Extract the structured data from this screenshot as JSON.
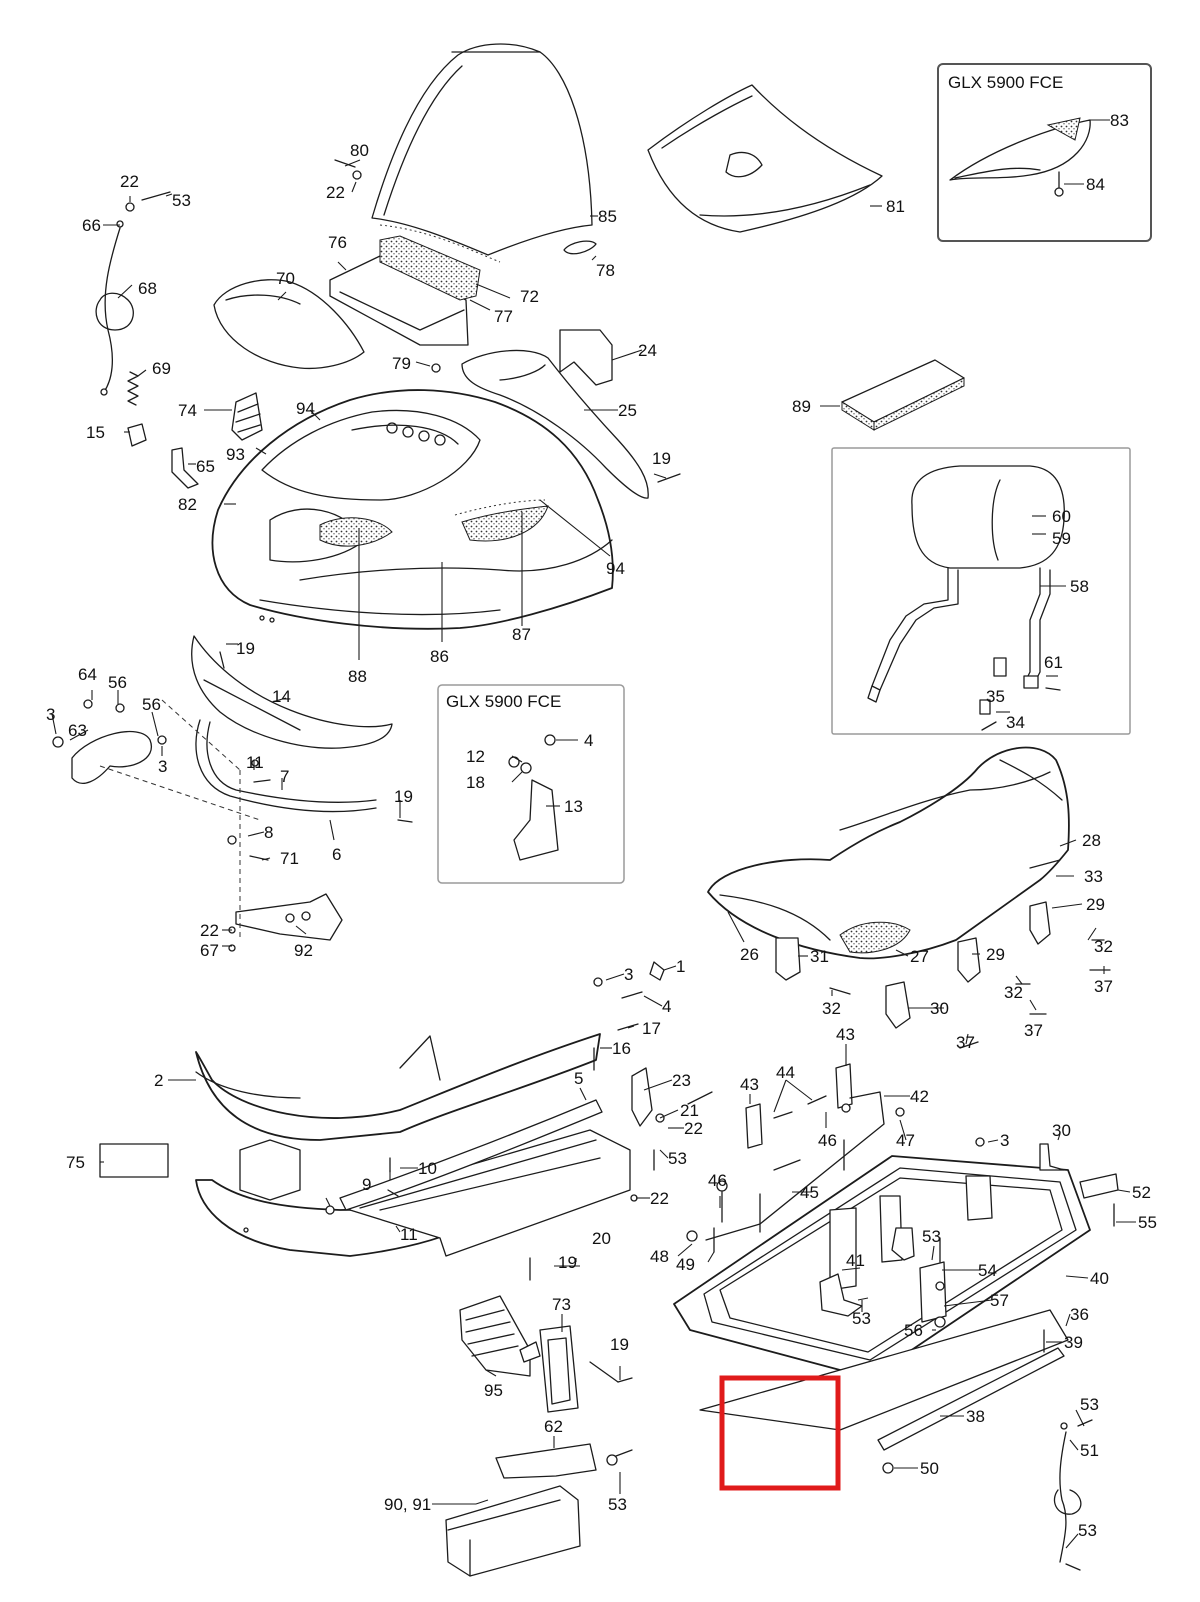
{
  "insets": [
    {
      "title": "GLX 5900 FCE"
    },
    {
      "title": "GLX 5900 FCE"
    }
  ],
  "callouts": [
    "80",
    "22",
    "22",
    "53",
    "66",
    "68",
    "69",
    "15",
    "85",
    "81",
    "83",
    "84",
    "76",
    "72",
    "77",
    "78",
    "70",
    "24",
    "79",
    "25",
    "74",
    "94",
    "93",
    "65",
    "82",
    "19",
    "94",
    "88",
    "86",
    "87",
    "89",
    "60",
    "59",
    "58",
    "61",
    "35",
    "34",
    "19",
    "14",
    "64",
    "56",
    "3",
    "63",
    "56",
    "3",
    "11",
    "7",
    "8",
    "6",
    "19",
    "71",
    "12",
    "18",
    "4",
    "13",
    "28",
    "33",
    "29",
    "32",
    "37",
    "26",
    "31",
    "27",
    "29",
    "32",
    "37",
    "30",
    "37",
    "32",
    "22",
    "67",
    "92",
    "3",
    "1",
    "4",
    "17",
    "16",
    "2",
    "5",
    "23",
    "21",
    "22",
    "53",
    "43",
    "44",
    "42",
    "43",
    "46",
    "47",
    "75",
    "10",
    "9",
    "22",
    "46",
    "45",
    "3",
    "30",
    "52",
    "55",
    "48",
    "49",
    "53",
    "54",
    "41",
    "40",
    "11",
    "19",
    "20",
    "53",
    "57",
    "36",
    "56",
    "39",
    "73",
    "19",
    "95",
    "62",
    "38",
    "53",
    "51",
    "90, 91",
    "53",
    "50",
    "53"
  ]
}
